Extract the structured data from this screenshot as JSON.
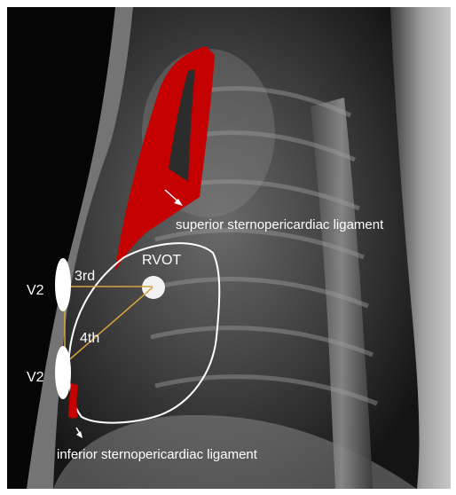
{
  "figure": {
    "labels": {
      "superior": "superior sternopericardiac ligament",
      "rvot": "RVOT",
      "third": "3rd",
      "fourth": "4th",
      "v2_upper": "V2",
      "v2_lower": "V2",
      "inferior": "inferior sternopericardiac ligament"
    },
    "colors": {
      "ligament_red": "#c40000",
      "outline": "#ffffff",
      "guide_line": "#d9a441",
      "background": "#000000"
    }
  }
}
